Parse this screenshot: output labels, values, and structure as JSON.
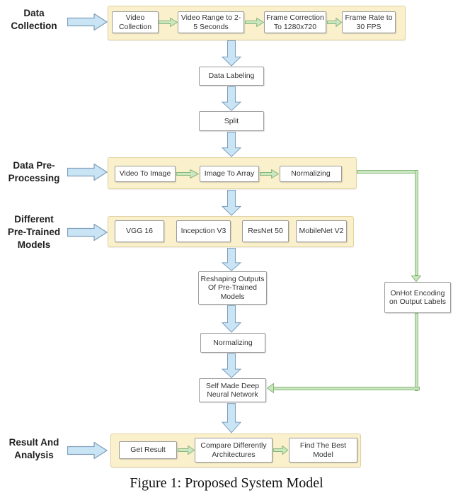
{
  "figure": {
    "caption": "Figure 1: Proposed System Model"
  },
  "stage_labels": [
    {
      "id": "data-collection",
      "lines": [
        "Data",
        "Collection"
      ]
    },
    {
      "id": "data-pre-processing",
      "lines": [
        "Data Pre-",
        "Processing"
      ]
    },
    {
      "id": "different-pretrained-models",
      "lines": [
        "Different",
        "Pre-Trained",
        "Models"
      ]
    },
    {
      "id": "result-and-analysis",
      "lines": [
        "Result And",
        "Analysis"
      ]
    }
  ],
  "flow": {
    "band1": [
      "Video Collection",
      "Video Range to 2-5 Seconds",
      "Frame Correction To 1280x720",
      "Frame Rate to 30 FPS"
    ],
    "mid1": [
      "Data Labeling",
      "Split"
    ],
    "band2": [
      "Video To Image",
      "Image To Array",
      "Normalizing"
    ],
    "band3": [
      "VGG 16",
      "Incepction V3",
      "ResNet 50",
      "MobileNet V2"
    ],
    "mid2": [
      "Reshaping Outputs Of Pre-Trained Models",
      "Normalizing",
      "Self Made Deep Neural Network"
    ],
    "side_box": "OnHot Encoding on Output Labels",
    "band5": [
      "Get Result",
      "Compare Differently Architectures",
      "Find The Best Model"
    ]
  },
  "icons": {
    "right-block-arrow": "blue block arrow pointing right",
    "down-block-arrow": "blue block arrow pointing down",
    "flow-right-arrow": "green small block arrow pointing right",
    "connector": "green hollow elbow connector with arrowheads"
  },
  "colors": {
    "band_fill": "#FAF0CB",
    "band_border": "#E0D2A0",
    "box_border": "#9B9B9B",
    "blue_arrow_fill": "#C9E4F5",
    "blue_arrow_stroke": "#7F9FBA",
    "green_fill": "#CDE6C2",
    "green_stroke": "#85B878"
  }
}
